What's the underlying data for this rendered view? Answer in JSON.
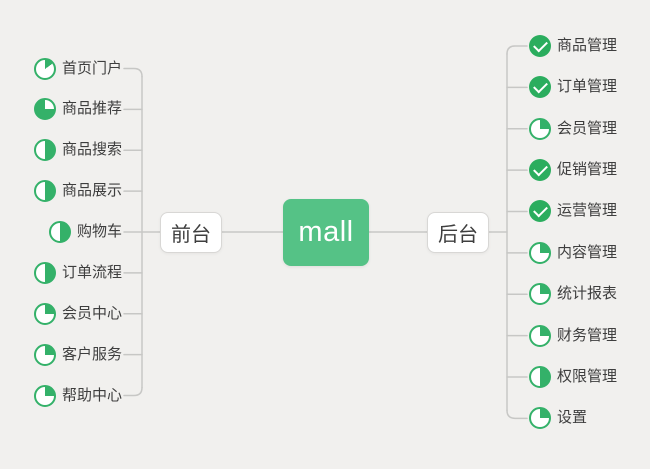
{
  "root": {
    "label": "mall"
  },
  "branches": [
    {
      "id": "frontend",
      "label": "前台",
      "side": "left",
      "items": [
        {
          "label": "首页门户",
          "status": "pie",
          "percent": 15
        },
        {
          "label": "商品推荐",
          "status": "pie",
          "percent": 75,
          "inverse": true
        },
        {
          "label": "商品搜索",
          "status": "pie",
          "percent": 50
        },
        {
          "label": "商品展示",
          "status": "pie",
          "percent": 50
        },
        {
          "label": "购物车",
          "status": "pie",
          "percent": 50
        },
        {
          "label": "订单流程",
          "status": "pie",
          "percent": 50
        },
        {
          "label": "会员中心",
          "status": "pie",
          "percent": 25
        },
        {
          "label": "客户服务",
          "status": "pie",
          "percent": 25
        },
        {
          "label": "帮助中心",
          "status": "pie",
          "percent": 25
        }
      ]
    },
    {
      "id": "backend",
      "label": "后台",
      "side": "right",
      "items": [
        {
          "label": "商品管理",
          "status": "done"
        },
        {
          "label": "订单管理",
          "status": "done"
        },
        {
          "label": "会员管理",
          "status": "pie",
          "percent": 25
        },
        {
          "label": "促销管理",
          "status": "done"
        },
        {
          "label": "运营管理",
          "status": "done"
        },
        {
          "label": "内容管理",
          "status": "pie",
          "percent": 25
        },
        {
          "label": "统计报表",
          "status": "pie",
          "percent": 25
        },
        {
          "label": "财务管理",
          "status": "pie",
          "percent": 25
        },
        {
          "label": "权限管理",
          "status": "pie",
          "percent": 50
        },
        {
          "label": "设置",
          "status": "pie",
          "percent": 25
        }
      ]
    }
  ],
  "colors": {
    "background": "#f1f0ee",
    "pie_green": "#34b169",
    "check_green": "#2bad5e",
    "root_green": "#55c286",
    "line": "#c7c7c5",
    "node_border": "#d8d7d5",
    "text": "#3e3e3e"
  }
}
